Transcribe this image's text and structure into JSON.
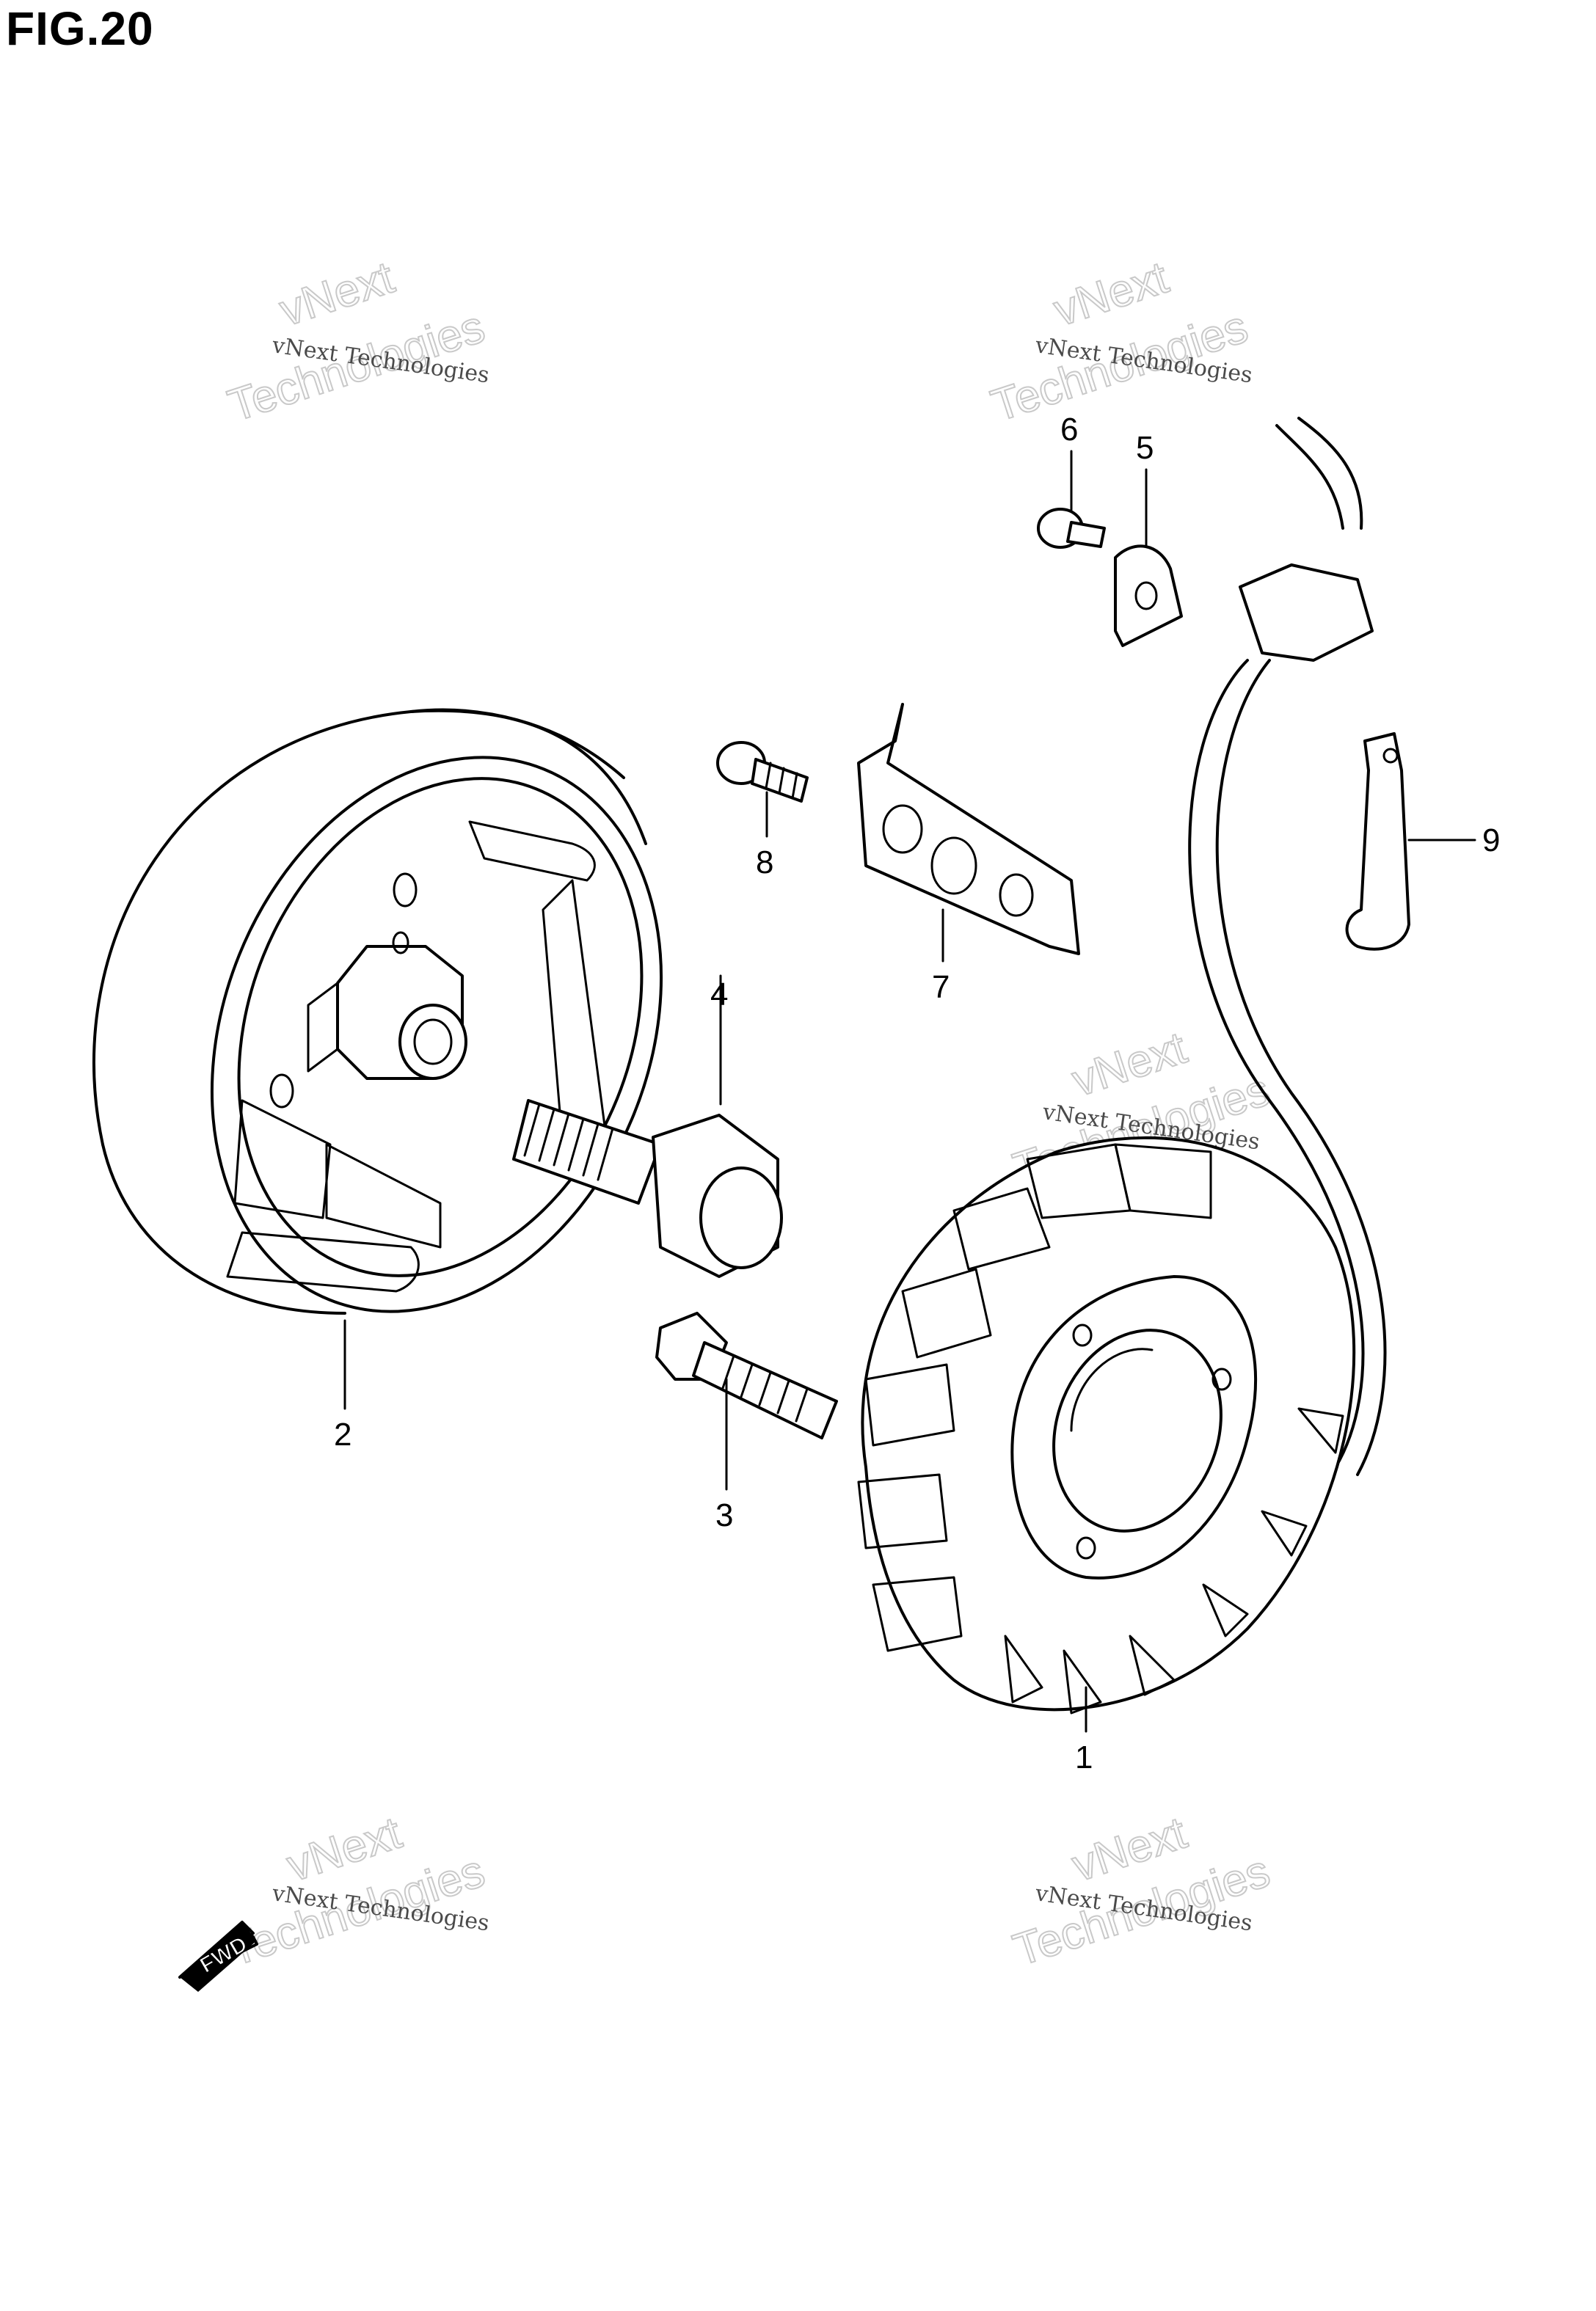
{
  "figure": {
    "title": "FIG.20"
  },
  "callouts": [
    {
      "id": "1",
      "label": "1"
    },
    {
      "id": "2",
      "label": "2"
    },
    {
      "id": "3",
      "label": "3"
    },
    {
      "id": "4",
      "label": "4"
    },
    {
      "id": "5",
      "label": "5"
    },
    {
      "id": "6",
      "label": "6"
    },
    {
      "id": "7",
      "label": "7"
    },
    {
      "id": "8",
      "label": "8"
    },
    {
      "id": "9",
      "label": "9"
    }
  ],
  "watermark": {
    "small_text": "vNext Technologies",
    "big_line1": "vNext",
    "big_line2": "Technologies"
  },
  "direction_badge": {
    "label": "FWD"
  }
}
